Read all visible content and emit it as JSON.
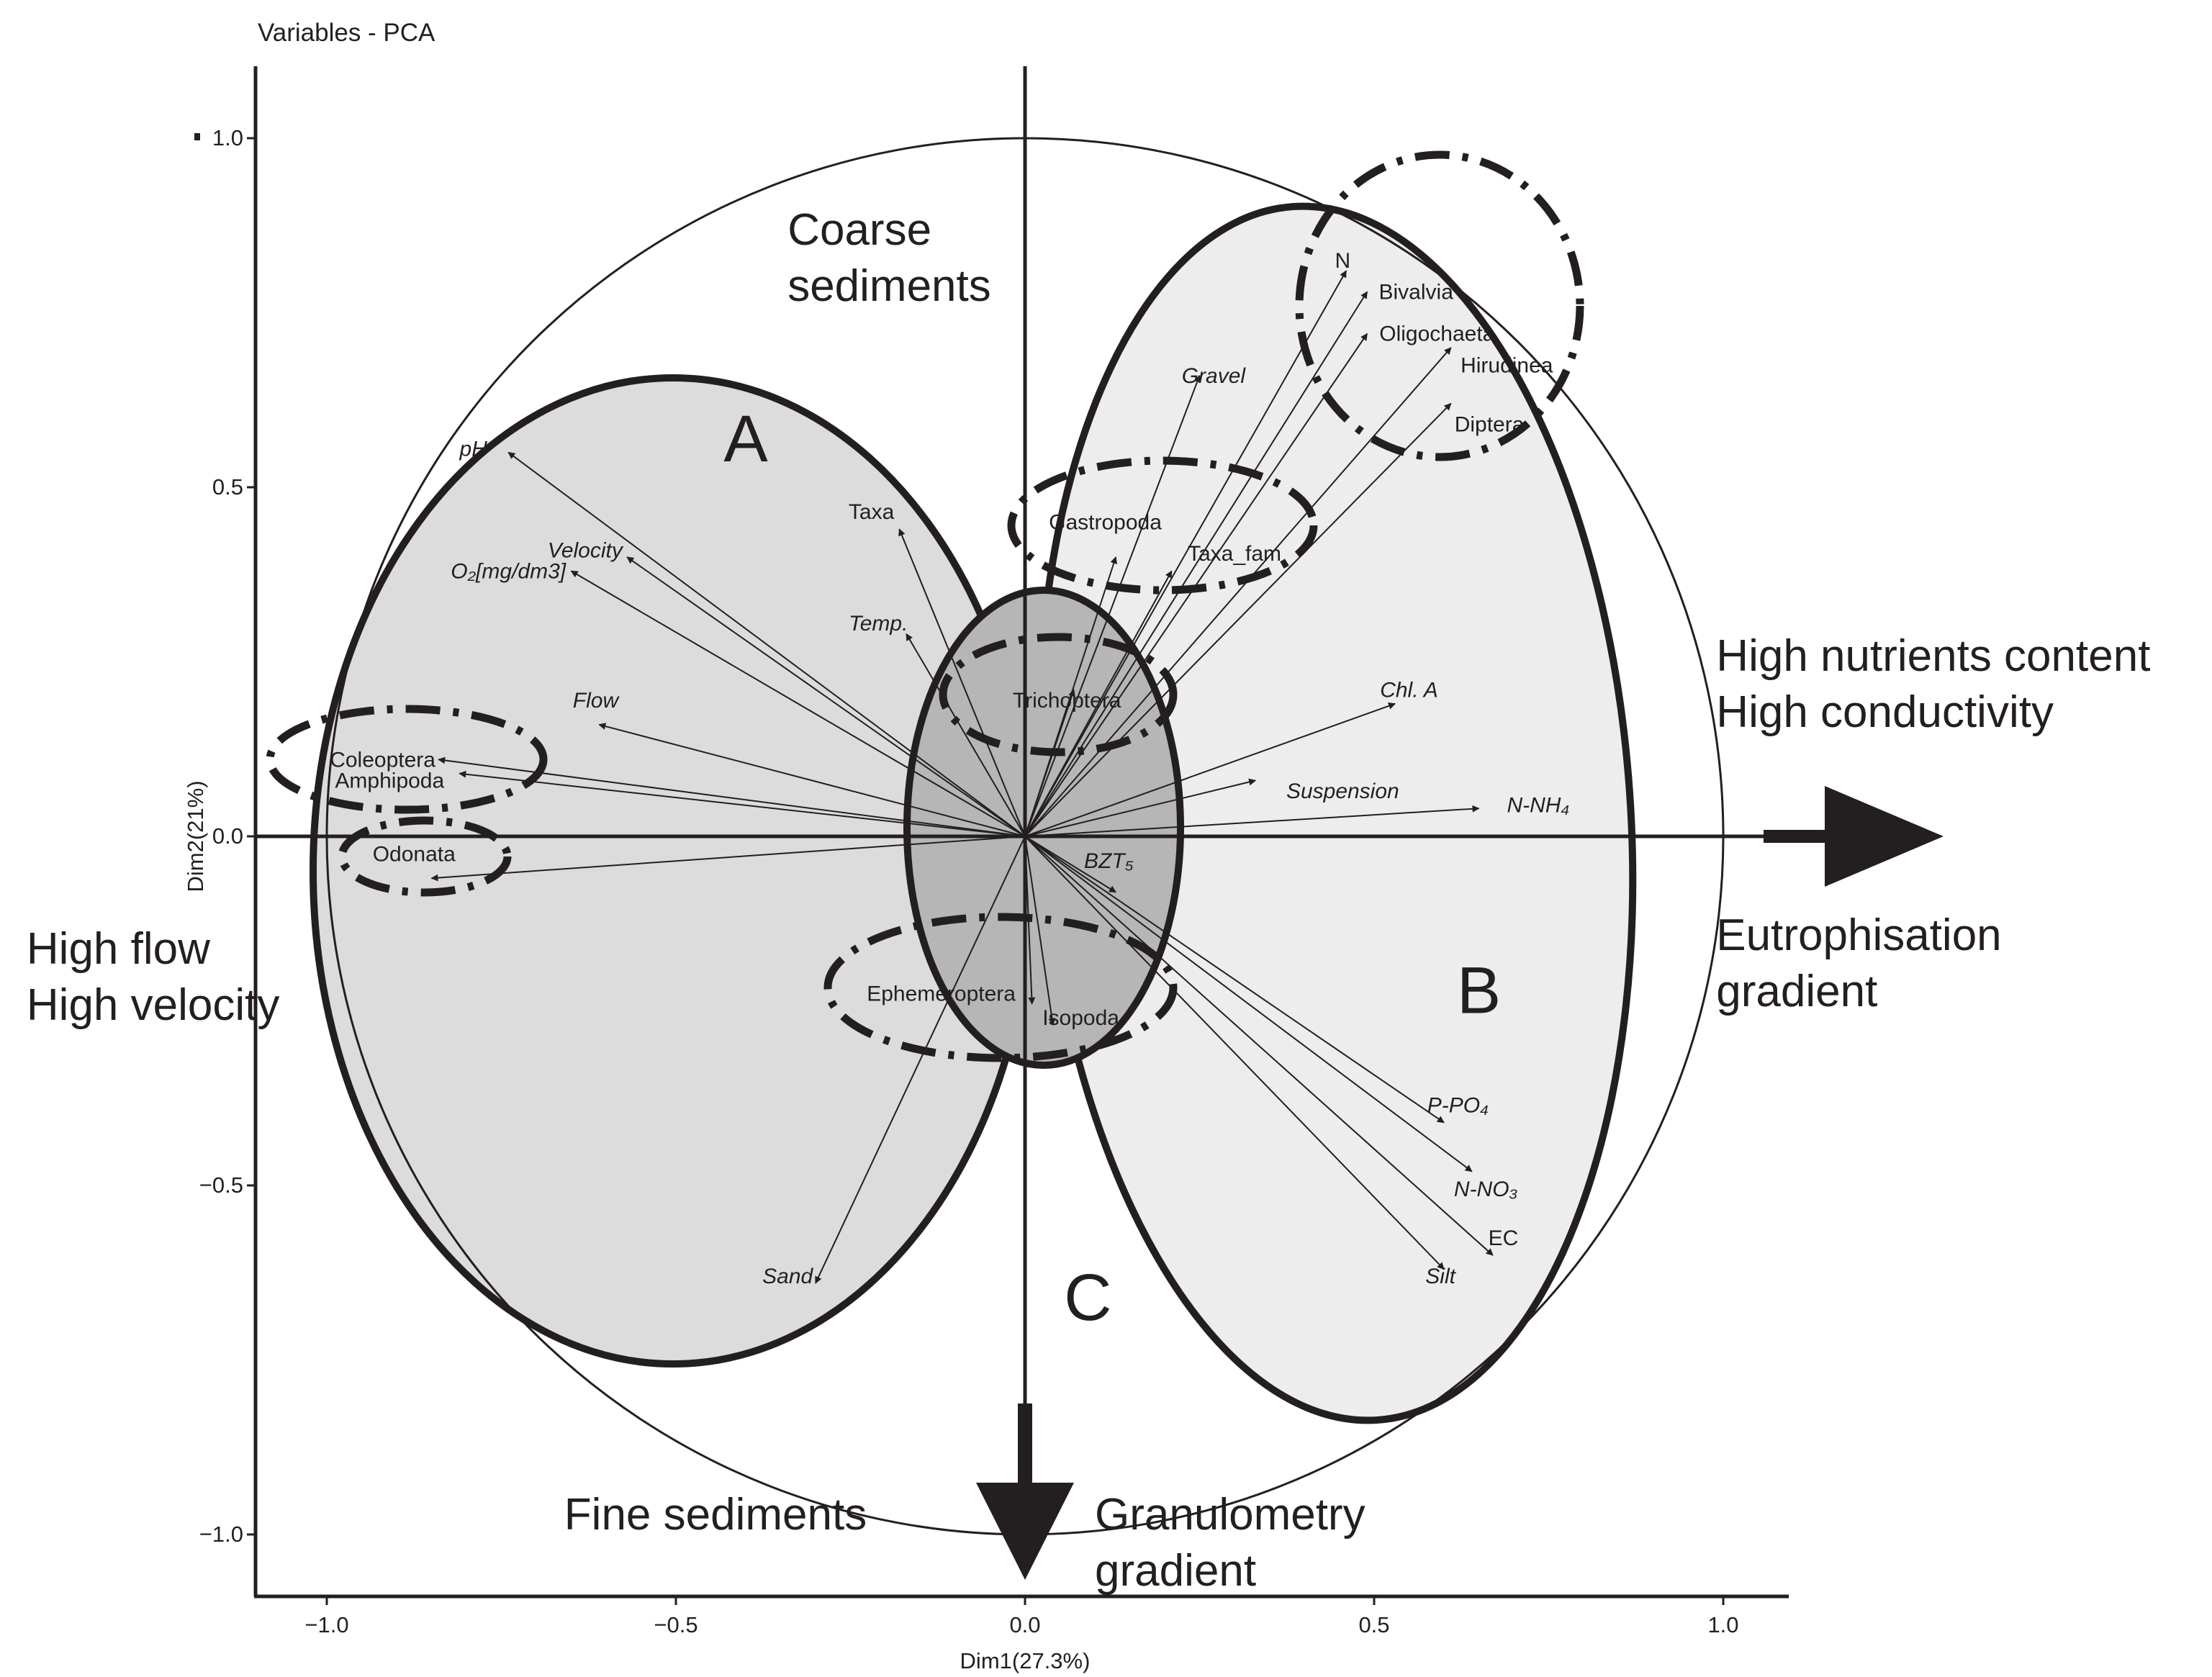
{
  "chart_data": {
    "type": "scatter",
    "title": "Variables - PCA",
    "xlabel": "Dim1(27.3%)",
    "ylabel": "Dim2(21%)",
    "xlim": [
      -1.1,
      1.1
    ],
    "ylim": [
      -1.1,
      1.1
    ],
    "xticks": [
      {
        "v": -1.0,
        "label": "−1.0"
      },
      {
        "v": -0.5,
        "label": "−0.5"
      },
      {
        "v": 0.0,
        "label": "0.0"
      },
      {
        "v": 0.5,
        "label": "0.5"
      },
      {
        "v": 1.0,
        "label": "1.0"
      }
    ],
    "yticks": [
      {
        "v": 1.0,
        "label": "1.0"
      },
      {
        "v": 0.5,
        "label": "0.5"
      },
      {
        "v": 0.0,
        "label": "0.0"
      },
      {
        "v": -0.5,
        "label": "−0.5"
      },
      {
        "v": -1.0,
        "label": "−1.0"
      }
    ],
    "correlation_circle": true,
    "vectors": [
      {
        "name": "pH",
        "x": -0.74,
        "y": 0.55,
        "italic": true,
        "lx": -0.79,
        "ly": 0.555,
        "anchor": "middle"
      },
      {
        "name": "Velocity",
        "x": -0.57,
        "y": 0.4,
        "italic": true,
        "lx": -0.63,
        "ly": 0.41,
        "anchor": "middle"
      },
      {
        "name": "O₂[mg/dm3]",
        "x": -0.65,
        "y": 0.38,
        "italic": true,
        "lx": -0.74,
        "ly": 0.38,
        "anchor": "middle"
      },
      {
        "name": "Taxa",
        "x": -0.18,
        "y": 0.44,
        "italic": false,
        "lx": -0.22,
        "ly": 0.465,
        "anchor": "middle"
      },
      {
        "name": "Temp.",
        "x": -0.17,
        "y": 0.29,
        "italic": true,
        "lx": -0.21,
        "ly": 0.305,
        "anchor": "middle"
      },
      {
        "name": "Flow",
        "x": -0.61,
        "y": 0.16,
        "italic": true,
        "lx": -0.615,
        "ly": 0.195,
        "anchor": "middle"
      },
      {
        "name": "Coleoptera",
        "x": -0.84,
        "y": 0.11,
        "italic": false,
        "lx": -0.92,
        "ly": 0.11,
        "anchor": "middle"
      },
      {
        "name": "Amphipoda",
        "x": -0.81,
        "y": 0.09,
        "italic": false,
        "lx": -0.91,
        "ly": 0.08,
        "anchor": "middle"
      },
      {
        "name": "Odonata",
        "x": -0.85,
        "y": -0.06,
        "italic": false,
        "lx": -0.875,
        "ly": -0.025,
        "anchor": "middle"
      },
      {
        "name": "Sand",
        "x": -0.3,
        "y": -0.64,
        "italic": true,
        "lx": -0.34,
        "ly": -0.63,
        "anchor": "middle"
      },
      {
        "name": "Ephemeroptera",
        "x": 0.01,
        "y": -0.24,
        "italic": false,
        "lx": -0.12,
        "ly": -0.225,
        "anchor": "middle"
      },
      {
        "name": "Isopoda",
        "x": 0.04,
        "y": -0.27,
        "italic": false,
        "lx": 0.08,
        "ly": -0.26,
        "anchor": "middle"
      },
      {
        "name": "Trichoptera",
        "x": 0.07,
        "y": 0.21,
        "italic": false,
        "lx": 0.06,
        "ly": 0.195,
        "anchor": "middle"
      },
      {
        "name": "Gastropoda",
        "x": 0.13,
        "y": 0.4,
        "italic": false,
        "lx": 0.115,
        "ly": 0.45,
        "anchor": "middle"
      },
      {
        "name": "Taxa_fam",
        "x": 0.21,
        "y": 0.38,
        "italic": false,
        "lx": 0.3,
        "ly": 0.405,
        "anchor": "middle"
      },
      {
        "name": "Gravel",
        "x": 0.25,
        "y": 0.66,
        "italic": true,
        "lx": 0.27,
        "ly": 0.66,
        "anchor": "middle"
      },
      {
        "name": "N",
        "x": 0.46,
        "y": 0.81,
        "italic": false,
        "lx": 0.455,
        "ly": 0.825,
        "anchor": "middle"
      },
      {
        "name": "Bivalvia",
        "x": 0.49,
        "y": 0.78,
        "italic": false,
        "lx": 0.56,
        "ly": 0.78,
        "anchor": "middle"
      },
      {
        "name": "Oligochaeta",
        "x": 0.49,
        "y": 0.72,
        "italic": false,
        "lx": 0.59,
        "ly": 0.72,
        "anchor": "middle"
      },
      {
        "name": "Hirudinea",
        "x": 0.61,
        "y": 0.7,
        "italic": false,
        "lx": 0.69,
        "ly": 0.675,
        "anchor": "middle"
      },
      {
        "name": "Diptera",
        "x": 0.61,
        "y": 0.62,
        "italic": false,
        "lx": 0.665,
        "ly": 0.59,
        "anchor": "middle"
      },
      {
        "name": "Chl. A",
        "x": 0.53,
        "y": 0.19,
        "italic": true,
        "lx": 0.55,
        "ly": 0.21,
        "anchor": "middle"
      },
      {
        "name": "Suspension",
        "x": 0.33,
        "y": 0.08,
        "italic": true,
        "lx": 0.455,
        "ly": 0.065,
        "anchor": "middle"
      },
      {
        "name": "N-NH₄",
        "x": 0.65,
        "y": 0.04,
        "italic": true,
        "lx": 0.735,
        "ly": 0.045,
        "anchor": "middle"
      },
      {
        "name": "BZT₅",
        "x": 0.13,
        "y": -0.08,
        "italic": true,
        "lx": 0.12,
        "ly": -0.035,
        "anchor": "middle"
      },
      {
        "name": "P-PO₄",
        "x": 0.6,
        "y": -0.41,
        "italic": true,
        "lx": 0.62,
        "ly": -0.385,
        "anchor": "middle"
      },
      {
        "name": "N-NO₃",
        "x": 0.64,
        "y": -0.48,
        "italic": true,
        "lx": 0.66,
        "ly": -0.505,
        "anchor": "middle"
      },
      {
        "name": "EC",
        "x": 0.67,
        "y": -0.6,
        "italic": false,
        "lx": 0.685,
        "ly": -0.575,
        "anchor": "middle"
      },
      {
        "name": "Silt",
        "x": 0.6,
        "y": -0.62,
        "italic": true,
        "lx": 0.595,
        "ly": -0.63,
        "anchor": "middle"
      }
    ],
    "group_labels": [
      {
        "label": "A",
        "x": -0.4,
        "y": 0.57
      },
      {
        "label": "B",
        "x": 0.65,
        "y": -0.22
      },
      {
        "label": "C",
        "x": 0.09,
        "y": -0.66
      }
    ],
    "annotations": [
      {
        "lines": [
          "Coarse",
          "sediments"
        ],
        "x": -0.34,
        "y": 0.87,
        "anchor": "start"
      },
      {
        "lines": [
          "High nutrients content",
          "High conductivity"
        ],
        "x": 0.99,
        "y": 0.26,
        "anchor": "start"
      },
      {
        "lines": [
          "Eutrophisation",
          "gradient"
        ],
        "x": 0.99,
        "y": -0.14,
        "anchor": "start"
      },
      {
        "lines": [
          "High flow",
          "High velocity"
        ],
        "x": -1.43,
        "y": -0.16,
        "anchor": "start"
      },
      {
        "lines": [
          "Fine sediments"
        ],
        "x": -0.66,
        "y": -0.97,
        "anchor": "start"
      },
      {
        "lines": [
          "Granulometry",
          "gradient"
        ],
        "x": 0.1,
        "y": -0.97,
        "anchor": "start"
      }
    ]
  }
}
